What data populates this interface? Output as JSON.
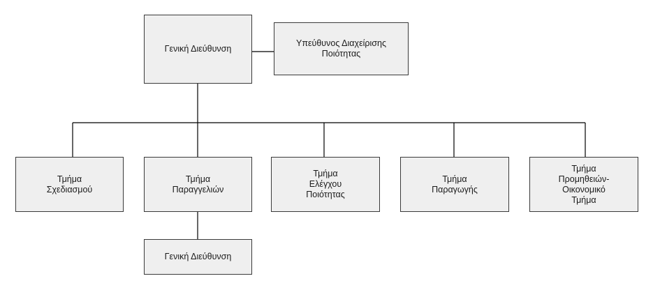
{
  "org_chart": {
    "colors": {
      "box_fill": "#efefef",
      "box_border": "#3a3a3a",
      "line": "#000000",
      "text": "#1a1a1a"
    },
    "top": {
      "general_management": "Γενική Διεύθυνση",
      "quality_manager": "Υπεύθυνος Διαχείρισης\nΠοιότητας"
    },
    "departments": [
      {
        "label": "Τμήμα\nΣχεδιασμού"
      },
      {
        "label": "Τμήμα\nΠαραγγελιών"
      },
      {
        "label": "Τμήμα\nΕλέγχου\nΠοιότητας"
      },
      {
        "label": "Τμήμα\nΠαραγωγής"
      },
      {
        "label": "Τμήμα\nΠρομηθειών-\nΟικονομικό\nΤμήμα"
      }
    ],
    "sub_unit": {
      "label": "Γενική Διεύθυνση"
    }
  }
}
